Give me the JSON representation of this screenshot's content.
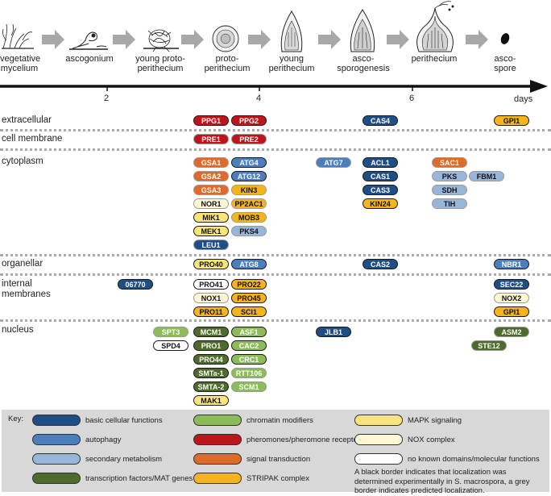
{
  "colors": {
    "basic": "#1f4e86",
    "autophagy": "#4a7ebd",
    "secondary": "#98b6da",
    "tf": "#4d6b2a",
    "chromatin": "#8cbb5a",
    "pheromone": "#c0141d",
    "signal": "#e06a28",
    "stripak": "#f5b51a",
    "mapk": "#f9e57a",
    "nox": "#fdf7d3",
    "none": "#ffffff"
  },
  "timeline": {
    "stages": [
      "vegetative\nmycelium",
      "ascogonium",
      "young proto-\nperithecium",
      "proto-\nperithecium",
      "young\nperithecium",
      "asco-\nsporogenesis",
      "perithecium",
      "asco-\nspore"
    ],
    "ticks": [
      "2",
      "4",
      "6"
    ],
    "unit": "days"
  },
  "categories": {
    "extracellular": "extracellular",
    "cell_membrane": "cell membrane",
    "cytoplasm": "cytoplasm",
    "organellar": "organellar",
    "internal_membranes": "internal\nmembranes",
    "nucleus": "nucleus"
  },
  "proteins": [
    {
      "name": "PPG1",
      "color": "pheromone",
      "border": "black"
    },
    {
      "name": "PPG2",
      "color": "pheromone",
      "border": "black"
    },
    {
      "name": "CAS4",
      "color": "basic",
      "border": "black"
    },
    {
      "name": "GPI1",
      "color": "stripak",
      "border": "black"
    },
    {
      "name": "PRE1",
      "color": "pheromone",
      "border": "grey"
    },
    {
      "name": "PRE2",
      "color": "pheromone",
      "border": "grey"
    },
    {
      "name": "GSA1",
      "color": "signal",
      "border": "grey"
    },
    {
      "name": "ATG4",
      "color": "autophagy",
      "border": "black"
    },
    {
      "name": "ATG7",
      "color": "autophagy",
      "border": "grey"
    },
    {
      "name": "ACL1",
      "color": "basic",
      "border": "black"
    },
    {
      "name": "SAC1",
      "color": "signal",
      "border": "grey"
    },
    {
      "name": "GSA2",
      "color": "signal",
      "border": "grey"
    },
    {
      "name": "ATG12",
      "color": "autophagy",
      "border": "black"
    },
    {
      "name": "CAS1",
      "color": "basic",
      "border": "black"
    },
    {
      "name": "PKS",
      "color": "secondary",
      "border": "grey"
    },
    {
      "name": "FBM1",
      "color": "secondary",
      "border": "grey"
    },
    {
      "name": "GSA3",
      "color": "signal",
      "border": "grey"
    },
    {
      "name": "KIN3",
      "color": "stripak",
      "border": "grey"
    },
    {
      "name": "CAS3",
      "color": "basic",
      "border": "black"
    },
    {
      "name": "SDH",
      "color": "secondary",
      "border": "grey"
    },
    {
      "name": "NOR1",
      "color": "nox",
      "border": "grey"
    },
    {
      "name": "PP2AC1",
      "color": "stripak",
      "border": "grey"
    },
    {
      "name": "KIN24",
      "color": "stripak",
      "border": "black"
    },
    {
      "name": "TIH",
      "color": "secondary",
      "border": "grey"
    },
    {
      "name": "MIK1",
      "color": "mapk",
      "border": "black"
    },
    {
      "name": "MOB3",
      "color": "stripak",
      "border": "grey"
    },
    {
      "name": "MEK1",
      "color": "mapk",
      "border": "black"
    },
    {
      "name": "PKS4",
      "color": "secondary",
      "border": "grey"
    },
    {
      "name": "LEU1",
      "color": "basic",
      "border": "grey"
    },
    {
      "name": "PRO40",
      "color": "mapk",
      "border": "black"
    },
    {
      "name": "ATG8",
      "color": "autophagy",
      "border": "black"
    },
    {
      "name": "CAS2",
      "color": "basic",
      "border": "black"
    },
    {
      "name": "NBR1",
      "color": "autophagy",
      "border": "black"
    },
    {
      "name": "06770",
      "color": "basic",
      "border": "black"
    },
    {
      "name": "PRO41",
      "color": "none",
      "border": "black"
    },
    {
      "name": "PRO22",
      "color": "stripak",
      "border": "black"
    },
    {
      "name": "SEC22",
      "color": "basic",
      "border": "black"
    },
    {
      "name": "NOX1",
      "color": "nox",
      "border": "grey"
    },
    {
      "name": "PRO45",
      "color": "stripak",
      "border": "black"
    },
    {
      "name": "NOX2",
      "color": "nox",
      "border": "grey"
    },
    {
      "name": "PRO11",
      "color": "stripak",
      "border": "black"
    },
    {
      "name": "SCI1",
      "color": "stripak",
      "border": "black"
    },
    {
      "name": "GPI1",
      "color": "stripak",
      "border": "black"
    },
    {
      "name": "SPT3",
      "color": "chromatin",
      "border": "grey"
    },
    {
      "name": "MCM1",
      "color": "tf",
      "border": "black"
    },
    {
      "name": "ASF1",
      "color": "chromatin",
      "border": "black"
    },
    {
      "name": "JLB1",
      "color": "basic",
      "border": "black"
    },
    {
      "name": "ASM2",
      "color": "tf",
      "border": "grey"
    },
    {
      "name": "SPD4",
      "color": "none",
      "border": "black"
    },
    {
      "name": "PRO1",
      "color": "tf",
      "border": "black"
    },
    {
      "name": "CAC2",
      "color": "chromatin",
      "border": "black"
    },
    {
      "name": "STE12",
      "color": "tf",
      "border": "grey"
    },
    {
      "name": "PRO44",
      "color": "tf",
      "border": "black"
    },
    {
      "name": "CRC1",
      "color": "chromatin",
      "border": "black"
    },
    {
      "name": "SMTa-1",
      "color": "tf",
      "border": "black"
    },
    {
      "name": "RTT106",
      "color": "chromatin",
      "border": "grey"
    },
    {
      "name": "SMTA-2",
      "color": "tf",
      "border": "black"
    },
    {
      "name": "SCM1",
      "color": "chromatin",
      "border": "grey"
    },
    {
      "name": "MAK1",
      "color": "mapk",
      "border": "black"
    }
  ],
  "key": {
    "label": "Key:",
    "items": [
      {
        "color": "basic",
        "text": "basic cellular functions"
      },
      {
        "color": "autophagy",
        "text": "autophagy"
      },
      {
        "color": "secondary",
        "text": "secondary metabolism"
      },
      {
        "color": "tf",
        "text": "transcription factors/MAT genes"
      },
      {
        "color": "chromatin",
        "text": "chromatin modifiers"
      },
      {
        "color": "pheromone",
        "text": "pheromones/pheromone receptors"
      },
      {
        "color": "signal",
        "text": "signal transduction"
      },
      {
        "color": "stripak",
        "text": "STRIPAK complex"
      },
      {
        "color": "mapk",
        "text": "MAPK signaling"
      },
      {
        "color": "nox",
        "text": "NOX complex"
      },
      {
        "color": "none",
        "text": "no known domains/molecular functions"
      }
    ],
    "note": "A black border indicates that localization was determined experimentally in S. macrospora, a grey border indicates predicted localization."
  }
}
